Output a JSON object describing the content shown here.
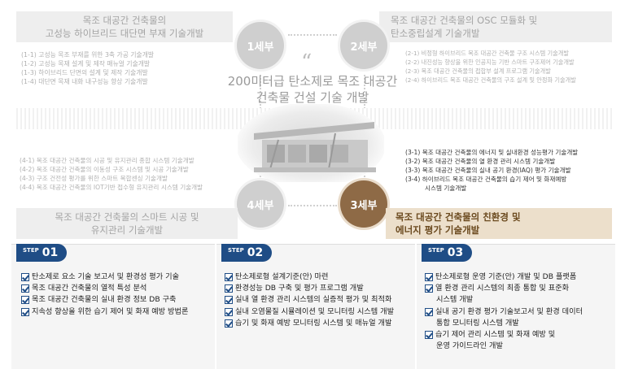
{
  "tasks": {
    "t1": {
      "label": "1세부",
      "title_line1": "목조 대공간 건축물의",
      "title_line2": "고성능 하이브리드 대단면 부재 기술개발",
      "items": [
        "(1-1) 고성능 목조 부재를 위한 3축 가공 기술개발",
        "(1-2) 고성능 목재 설계 및 제작 매뉴얼 기술개발",
        "(1-3) 하이브리드 단면의 설계 및 제작 기술개발",
        "(1-4) 대단면 목재 내화 내구성능 향상 기술개발"
      ]
    },
    "t2": {
      "label": "2세부",
      "title_line1": "목조 대공간 건축물의 OSC 모듈화 및",
      "title_line2": "탄소중립설계 기술개발",
      "items": [
        "(2-1) 비정형 하이브리드 목조 대공간 건축물 구조 시스템 기술개발",
        "(2-2) 내진성능 향상을 위한 인공지능 기반 스마트 구조제어 기술개발",
        "(2-3) 목조 대공간 건축물의 접합부 설계 프로그램 기술개발",
        "(2-4) 하이브리드 목조 대공간 건축물의 구조 설계 및 안정화 기술개발"
      ]
    },
    "t3": {
      "label": "3세부",
      "title_line1": "목조 대공간 건축물의 친환경 및",
      "title_line2": "에너지 평가 기술개발",
      "items": [
        "(3-1) 목조 대공간 건축물의 에너지 및 실내환경 성능평가 기술개발",
        "(3-2) 목조 대공간 건축물의 열 환경 관리 시스템 기술개발",
        "(3-3) 목조 대공간 건축물의 실내 공기 환경(IAQ) 평가 기술개발",
        "(3-4) 하이브리드 목조 대공간 건축물의 습기 제어 및 화재예방",
        "시스템 기술개발"
      ]
    },
    "t4": {
      "label": "4세부",
      "title_line1": "목조 대공간 건축물의 스마트 시공 및",
      "title_line2": "유지관리 기술개발",
      "items": [
        "(4-1) 목조 대공간 건축물의 시공 및 유지관리 종합 시스템 기술개발",
        "(4-2) 목조 대공간 건축물의 이동성 구조 시스템 및 시공 기술개발",
        "(4-3) 구조 건전성 평가를 위한 스마트 복합센싱 기술개발",
        "(4-4) 목조 대공간 건축물의 IOT기반 접수형 유지관리 시스템 기술개발"
      ]
    }
  },
  "center": {
    "quote": "“",
    "line1": "200미터급 탄소제로 목조 대공간",
    "line2": "건축물 건설 기술 개발"
  },
  "steps": [
    {
      "label": "STEP",
      "num": "01",
      "items": [
        [
          "탄소제로 요소 기술 보고서 및 환경성 평가 기술"
        ],
        [
          "목조 대공간 건축물의 열적 특성 분석"
        ],
        [
          "목조 대공간 건축물의 실내 환경 정보 DB 구축"
        ],
        [
          "지속성 향상을 위한 습기 제어 및 화재 예방 방법론"
        ]
      ]
    },
    {
      "label": "STEP",
      "num": "02",
      "items": [
        [
          "탄소제로형 설계기준(안) 마련"
        ],
        [
          "환경성능 DB 구축 및 평가 프로그램 개발"
        ],
        [
          "실내 열 환경 관리 시스템의 실증적 평가 및 최적화"
        ],
        [
          "실내 오염물질 시뮬레이션 및 모니터링 시스템 개발"
        ],
        [
          "습기 및 화재 예방 모니터링 시스템 및 매뉴얼 개발"
        ]
      ]
    },
    {
      "label": "STEP",
      "num": "03",
      "items": [
        [
          "탄소제로형 운영 기준(안) 개발 및 DB 플랫폼"
        ],
        [
          "열 환경 관리 시스템의 최종 통합 및 표준화",
          "시스템 개발"
        ],
        [
          "실내 공기 환경 평가 기술보고서 및 환경 데이터",
          "통합 모니터링 시스템 개발"
        ],
        [
          "습기 제어 관리 시스템 및 화재 예방 및",
          "운영 가이드라인 개발"
        ]
      ]
    }
  ],
  "colors": {
    "step_tag": "#1f4d86",
    "highlight_circle": "#8e6a46",
    "highlight_band": "#ecdfcb",
    "grey_circle": "#cfcfcf"
  }
}
